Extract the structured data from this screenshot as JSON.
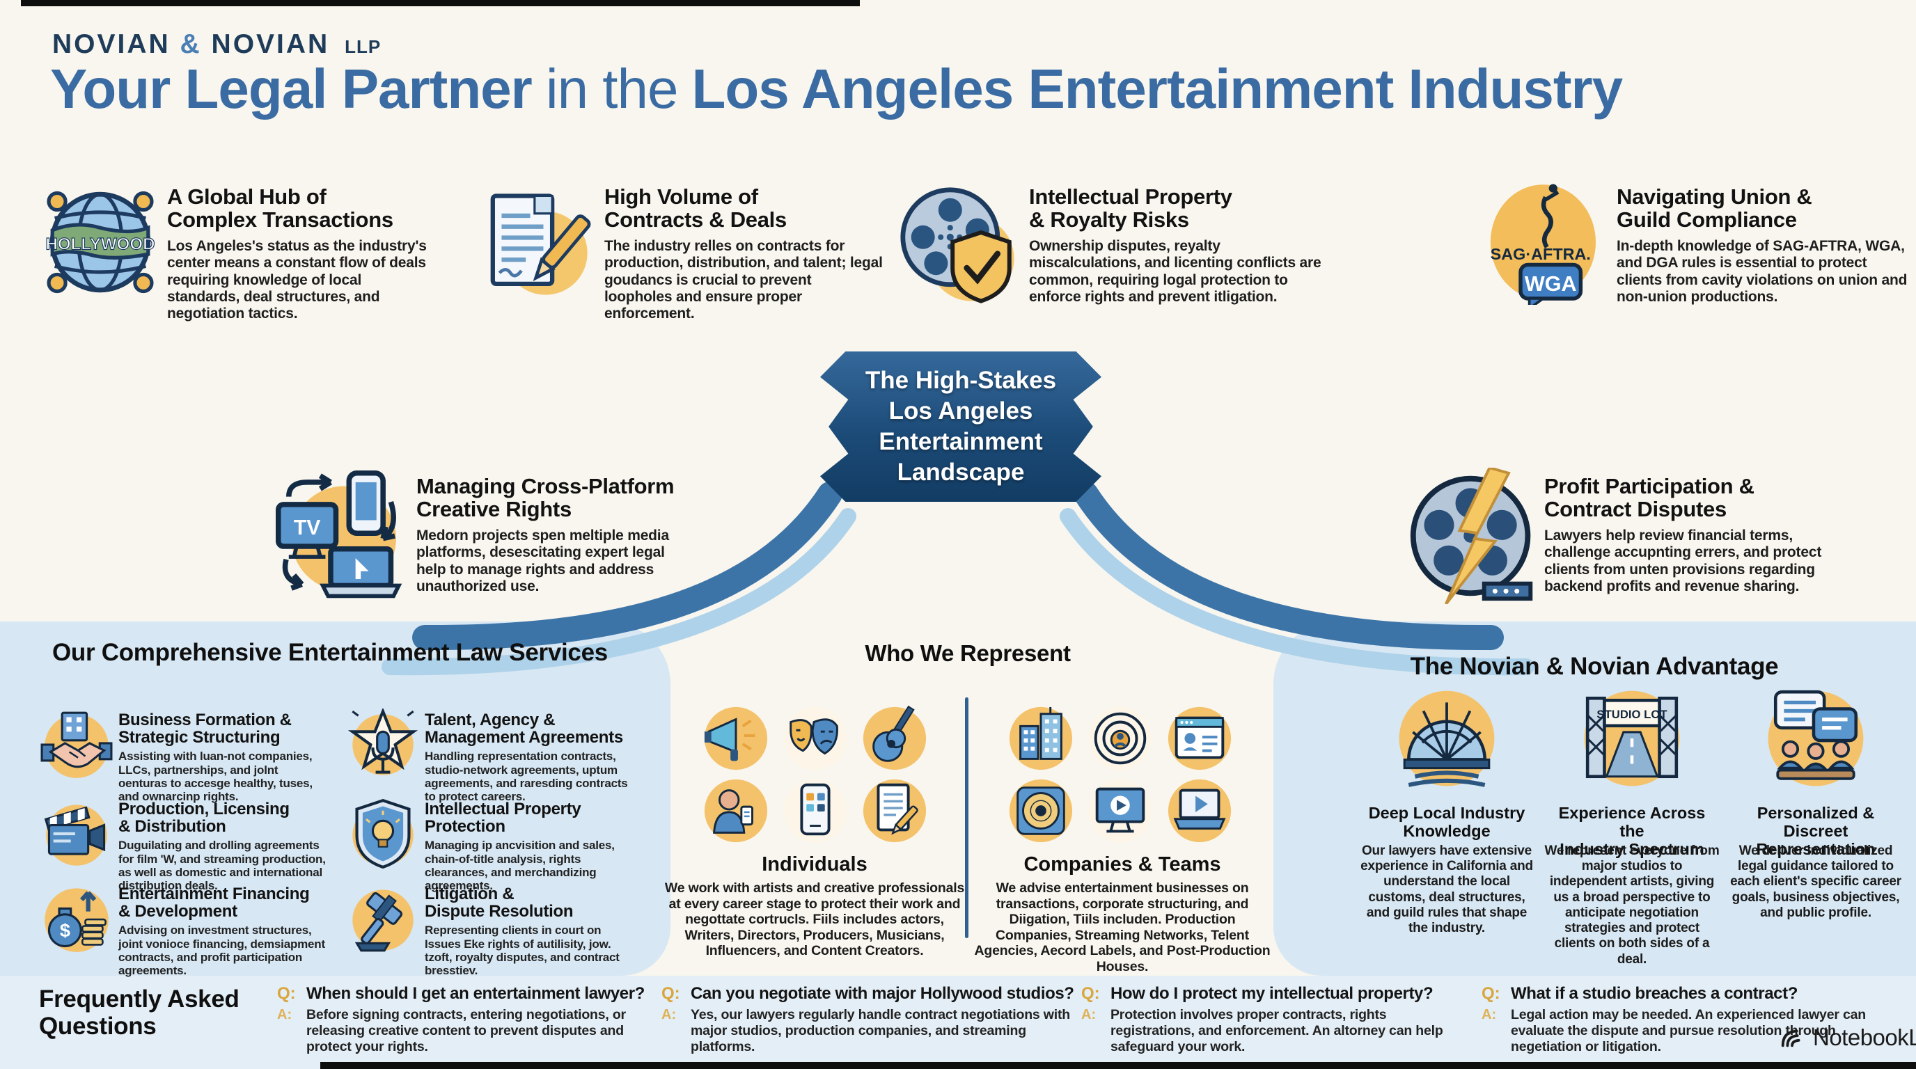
{
  "brand": {
    "word1": "NOVIAN",
    "amp": "&",
    "word2": "NOVIAN",
    "suffix": "LLP"
  },
  "title": {
    "part1": "Your Legal Partner",
    "part2": "in the",
    "part3": "Los Angeles Entertainment Industry"
  },
  "challenges": [
    {
      "icon": "globe-hollywood-network-icon",
      "title": "A Global Hub of\nComplex Transactions",
      "body": "Los Angeles's status as the industry's center means a constant flow of deals requiring knowledge of local standards, deal structures, and negotiation tactics."
    },
    {
      "icon": "contract-pen-icon",
      "title": "High Volume of\nContracts & Deals",
      "body": "The industry relles on contracts for production, distribution, and talent; legal goudancs is crucial to prevent loopholes and ensure proper enforcement."
    },
    {
      "icon": "film-reel-shield-icon",
      "title": "Intellectual Property\n& Royalty Risks",
      "body": "Ownership disputes, reyalty miscalculations, and licenting conflicts are common, requiring logal protection to enforce rights and prevent itligation."
    },
    {
      "icon": "sag-aftra-wga-icon",
      "title": "Navigating Union &\nGuild Compliance",
      "body": "In-depth knowledge of SAG-AFTRA, WGA, and DGA rules is essential to protect clients from cavity violations on union and non-union productions."
    }
  ],
  "banner": {
    "lines": [
      "The High-Stakes",
      "Los Angeles",
      "Entertainment",
      "Landscape"
    ]
  },
  "mid_items": [
    {
      "icon": "cross-platform-devices-icon",
      "title": "Managing Cross-Platform\nCreative Rights",
      "body": "Medorn projects spen meltiple media platforms, desescitating expert legal help to manage rights and address unauthorized use."
    },
    {
      "icon": "film-reel-lightning-icon",
      "title": "Profit Participation &\nContract Disputes",
      "body": "Lawyers help review financial terms, challenge accupnting errers, and protect clients from unten provisions regarding backend profits and revenue sharing."
    }
  ],
  "services": {
    "header": "Our Comprehensive Entertainment Law Services",
    "items": [
      {
        "icon": "handshake-building-icon",
        "title": "Business Formation &\nStrategic Structuring",
        "body": "Assisting with luan-not companies, LLCs, partnerships, and jolnt oenturas to accesge healthy, tuses, and ownarcinp rights."
      },
      {
        "icon": "star-microphone-icon",
        "title": "Talent, Agency &\nManagement Agreements",
        "body": "Handling representation contracts, studio-network agreements, uptum agreements, and raresding contracts to protect careers."
      },
      {
        "icon": "clapperboard-icon",
        "title": "Production, Licensing\n& Distribution",
        "body": "Duguilating and drolling agreements for film 'W, and streaming production, as well as domestic and international distribution deals."
      },
      {
        "icon": "shield-lightbulb-icon",
        "title": "Intellectual Property\nProtection",
        "body": "Managing ip ancvisition and sales, chain-of-title analysis, rights clearances, and merchandizing agreements."
      },
      {
        "icon": "money-bag-coins-icon",
        "title": "Entertainment Financing\n& Development",
        "body": "Advising on investment structures, joint vonioce financing, demsiapment contracts, and profit participation agreements."
      },
      {
        "icon": "gavel-icon",
        "title": "Litigation &\nDispute Resolution",
        "body": "Representing clients in court on Issues Eke rights of autilisity, jow. tzoft, royalty disputes, and contract bresstiev."
      }
    ]
  },
  "represent": {
    "header": "Who We Represent",
    "groups": [
      {
        "title": "Individuals",
        "body": "We work with artists and creative professionals at every career stage to protect their work and negottate cortrucls. Fiils includes actors, Writers, Directors, Producers, Musicians, Influencers, and Content Creators."
      },
      {
        "title": "Companies & Teams",
        "body": "We advise entertainment businesses on transactions, corporate structuring, and Diigation, Tiils includen. Production Companies, Streaming Networks, Telent Agencies, Aecord Labels, and Post-Production Houses."
      }
    ]
  },
  "advantage": {
    "header": "The Novian & Novian Advantage",
    "items": [
      {
        "icon": "amphitheater-icon",
        "title": "Deep Local Industry\nKnowledge",
        "body": "Our lawyers have extensive experience in California and understand the local customs, deal structures, and guild rules that shape the industry."
      },
      {
        "icon": "studio-lot-gate-icon",
        "title": "Experience Across the\nIndustry Spectrum",
        "body": "We represent everyone from major studios to independent artists, giving us a broad perspective to anticipate negotiation strategies and protect clients on both sides of a deal."
      },
      {
        "icon": "meeting-chat-icon",
        "title": "Personalized & Discreet\nRepresentation",
        "body": "We deliver individualized legal guidance tailored to each elient's specific career goals, business objectives, and public profile."
      }
    ]
  },
  "faq": {
    "header": "Frequently Asked\nQuestions",
    "q_label": "Q:",
    "a_label": "A:",
    "items": [
      {
        "q": "When should I get an entertainment lawyer?",
        "a": "Before signing contracts, entering negotiations, or releasing creative content to prevent disputes and protect your rights."
      },
      {
        "q": "Can you negotiate with major Hollywood studios?",
        "a": "Yes, our lawyers regularly handle contract negotiations with major studios, production companies, and streaming platforms."
      },
      {
        "q": "How do I protect my intellectual property?",
        "a": "Protection involves proper contracts, rights registrations, and enforcement. An altorney can help safeguard your work."
      },
      {
        "q": "What if a studio breaches a contract?",
        "a": "Legal action may be needed. An experienced lawyer can evaluate the dispute and pursue resolution through negetiation or litigation."
      }
    ]
  },
  "icon_labels": {
    "hollywood": "HOLLYWOOD",
    "sag_aftra": "SAG·AFTRA.",
    "wga": "WGA",
    "tv": "TV",
    "studio_lot": "STUDIO LOT",
    "dollar": "$"
  },
  "watermark": {
    "text": "NotebookLM"
  },
  "colors": {
    "title_blue": "#3a6ba2",
    "navy": "#14283f",
    "gold": "#f2c162",
    "panel_blue": "#d7e7f3",
    "faq_blue": "#e4eef6",
    "banner_dark": "#143f67",
    "qa_gold": "#d9a63e"
  }
}
